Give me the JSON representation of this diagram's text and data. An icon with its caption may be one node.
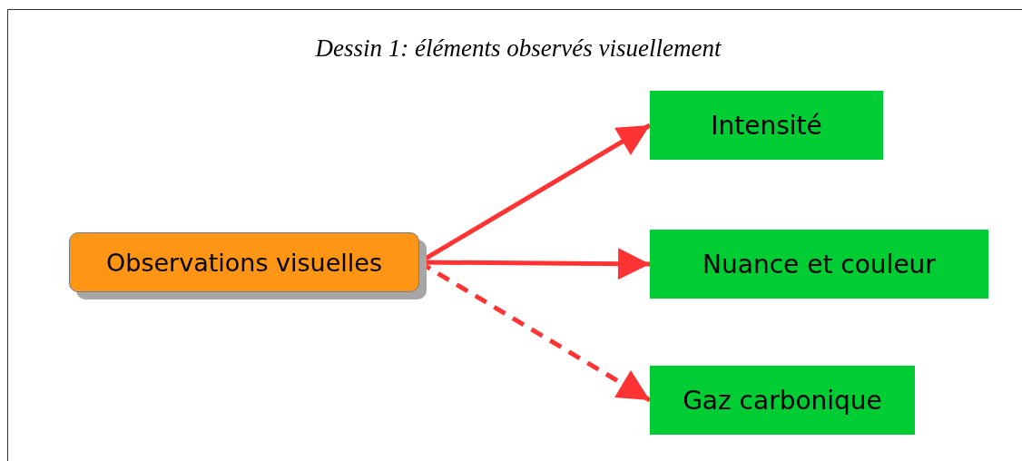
{
  "diagram": {
    "title": "Dessin 1: éléments observés visuellement",
    "nodes": [
      {
        "text": [
          "Observations visuelles"
        ]
      },
      {
        "text": [
          "Intensité"
        ]
      },
      {
        "text": [
          "Nuance et couleur"
        ]
      },
      {
        "text": [
          "Gaz carbonique"
        ]
      }
    ],
    "edges": [
      {
        "from": 0,
        "to": 1,
        "arrow": "to"
      },
      {
        "from": 0,
        "to": 2,
        "arrow": "to"
      },
      {
        "from": 0,
        "to": 3,
        "arrow": "to",
        "style": "dashed"
      }
    ]
  }
}
